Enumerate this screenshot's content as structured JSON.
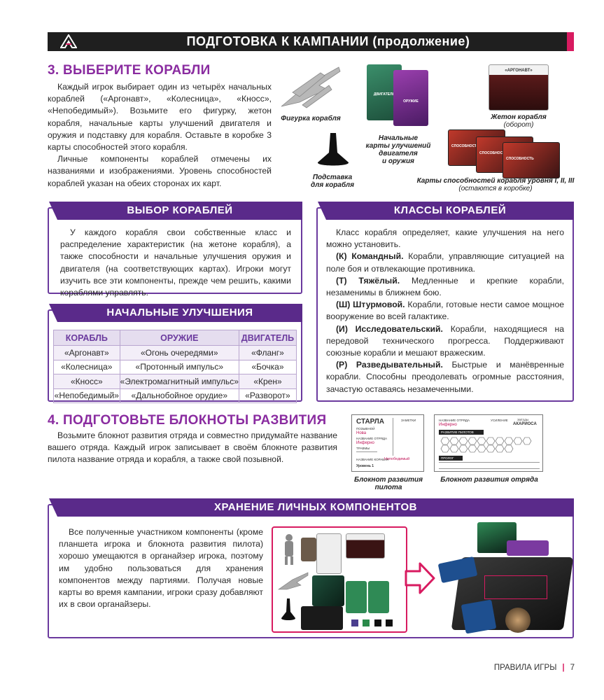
{
  "header": {
    "title": "ПОДГОТОВКА К КАМПАНИИ (продолжение)"
  },
  "section3": {
    "title": "3. ВЫБЕРИТЕ КОРАБЛИ",
    "p1": "Каждый игрок выбирает один из четырёх начальных кораблей («Аргонавт», «Колесница», «Кносс», «Непобедимый»). Возьмите его фигурку, жетон корабля, начальные карты улучшений двигателя и оружия и подставку для корабля. Оставьте в коробке 3 карты способностей этого корабля.",
    "p2": "Личные компоненты кораблей отмечены их названиями и изображениями. Уровень способностей кораблей указан на обеих сторонах их карт.",
    "cap_figure": "Фигурка корабля",
    "cap_stand_1": "Подставка",
    "cap_stand_2": "для корабля",
    "cap_cards_1": "Начальные",
    "cap_cards_2": "карты улучшений",
    "cap_cards_3": "двигателя",
    "cap_cards_4": "и оружия",
    "cap_token_1": "Жетон корабля",
    "cap_token_2": "(оборот)",
    "cap_ability_1": "Карты способностей корабля уровня I, II, III",
    "cap_ability_2": "(остаются в коробке)",
    "token_label": "«АРГОНАВТ»",
    "card_engine": "ДВИГАТЕЛЬ",
    "card_weapon": "ОРУЖИЕ",
    "card_ability": "СПОСОБНОСТЬ"
  },
  "choose_box": {
    "title": "ВЫБОР КОРАБЛЕЙ",
    "text": "У каждого корабля свои собственные класс и распределение характеристик (на жетоне корабля), а также способности и начальные улучшения оружия и двигателя (на соответствующих картах). Игроки могут изучить все эти компоненты, прежде чем решить, какими кораблями управлять."
  },
  "upgrades_box": {
    "title": "НАЧАЛЬНЫЕ УЛУЧШЕНИЯ",
    "headers": [
      "КОРАБЛЬ",
      "ОРУЖИЕ",
      "ДВИГАТЕЛЬ"
    ],
    "rows": [
      [
        "«Аргонавт»",
        "«Огонь очередями»",
        "«Фланг»"
      ],
      [
        "«Колесница»",
        "«Протонный импульс»",
        "«Бочка»"
      ],
      [
        "«Кносс»",
        "«Электромагнитный импульс»",
        "«Крен»"
      ],
      [
        "«Непобедимый»",
        "«Дальнобойное орудие»",
        "«Разворот»"
      ]
    ]
  },
  "classes_box": {
    "title": "КЛАССЫ КОРАБЛЕЙ",
    "intro": "Класс корабля определяет, какие улучшения на него можно установить.",
    "items": [
      {
        "name": "(К) Командный.",
        "text": " Корабли, управляющие ситуацией на поле боя и отвлекающие противника."
      },
      {
        "name": "(Т) Тяжёлый.",
        "text": " Медленные и крепкие корабли, незаменимы в ближнем бою."
      },
      {
        "name": "(Ш) Штурмовой.",
        "text": " Корабли, готовые нести самое мощное вооружение во всей галактике."
      },
      {
        "name": "(И) Исследовательский.",
        "text": " Корабли, находящиеся на передовой технического прогресса. Поддерживают союзные корабли и мешают вражеским."
      },
      {
        "name": "(Р) Разведывательный.",
        "text": " Быстрые и манёвренные корабли. Способны преодолевать огромные расстояния, зачастую оставаясь незамеченными."
      }
    ]
  },
  "section4": {
    "title": "4. ПОДГОТОВЬТЕ БЛОКНОТЫ РАЗВИТИЯ",
    "text": "Возьмите блокнот развития отряда и совместно придумайте название вашего отряда. Каждый игрок записывает в своём блокноте развития пилота название отряда и корабля, а также свой позывной.",
    "cap_pilot": "Блокнот развития пилота",
    "cap_squad": "Блокнот развития отряда",
    "pilot_name": "СТАРЛА",
    "pilot_callsign": "Нова",
    "pilot_squad": "Инферно",
    "pilot_ship": "Непобедимый",
    "pilot_level": "Уровень 1",
    "pilot_callsign_label": "ПОЗЫВНОЙ",
    "pilot_squad_label": "НАЗВАНИЕ ОТРЯДА",
    "pilot_injuries_label": "ТРАВМЫ",
    "pilot_ship_label": "НАЗВАНИЕ КОРАБЛЯ",
    "pilot_notes_label": "ЗАМЕТКИ",
    "squad_name_label": "НАЗВАНИЕ ОТРЯДА",
    "squad_name": "Инферно",
    "squad_upgrade_label": "УСИЛЕНИЕ",
    "squad_logo": "АКАРИОСА",
    "squad_logo_top": "ЗВЁЗДЫ",
    "squad_dev_label": "РАЗВИТИЕ ПИЛОТОВ",
    "squad_prologue": "ПРОЛОГ"
  },
  "storage_box": {
    "title": "ХРАНЕНИЕ ЛИЧНЫХ КОМПОНЕНТОВ",
    "text": "Все полученные участником компоненты (кроме планшета игрока и блокнота развития пилота) хорошо умещаются в органайзер игрока, поэтому им удобно пользоваться для хранения компонентов между партиями. Получая новые карты во время кампании, игроки сразу добавляют их в свои органайзеры."
  },
  "footer": {
    "label": "ПРАВИЛА ИГРЫ",
    "page": "7"
  },
  "colors": {
    "accent": "#8a2ca0",
    "box": "#5a2a8a",
    "pink": "#d81b60"
  }
}
